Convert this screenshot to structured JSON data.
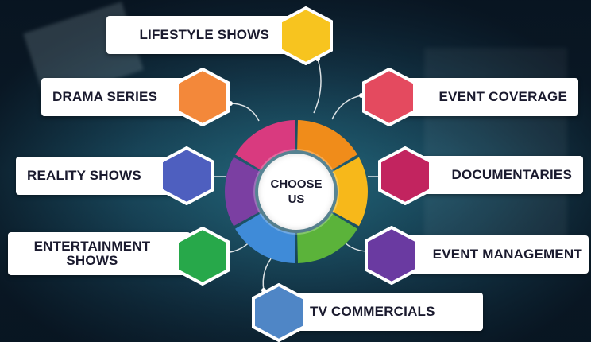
{
  "center": {
    "label": "CHOOSE US"
  },
  "colors": {
    "ring": [
      "#f08c1a",
      "#f7b81a",
      "#5bb33a",
      "#3f8bd8",
      "#7b3fa2",
      "#d93a7f"
    ],
    "lifestyle": "#f7c41f",
    "drama": "#f3883a",
    "reality": "#4e5fbf",
    "entertainment": "#27a84a",
    "tv": "#4f86c6",
    "event_coverage": "#e44a5f",
    "documentaries": "#c2245f",
    "event_management": "#6a3aa1"
  },
  "items": {
    "lifestyle": "LIFESTYLE SHOWS",
    "drama": "DRAMA SERIES",
    "reality": "REALITY SHOWS",
    "entertainment": "ENTERTAINMENT SHOWS",
    "tv": "TV COMMERCIALS",
    "event_coverage": "EVENT COVERAGE",
    "documentaries": "DOCUMENTARIES",
    "event_management": "EVENT MANAGEMENT"
  }
}
